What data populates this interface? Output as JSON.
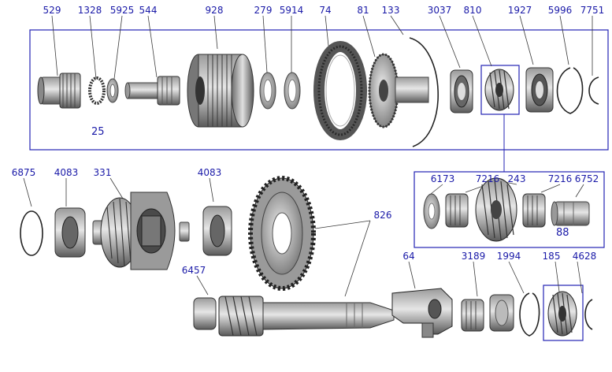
{
  "colors": {
    "accent": "#2323b4",
    "part_dark": "#3a3a3a",
    "part_mid": "#8a8a8a",
    "part_light": "#d4d4d4"
  },
  "groups": {
    "upper": "25",
    "right": "88"
  },
  "callouts": {
    "c529": "529",
    "c1328": "1328",
    "c5925": "5925",
    "c544": "544",
    "c928": "928",
    "c279": "279",
    "c5914": "5914",
    "c74": "74",
    "c81": "81",
    "c133": "133",
    "c3037": "3037",
    "c810": "810",
    "c1927": "1927",
    "c5996": "5996",
    "c7751": "7751",
    "c6173": "6173",
    "c7216a": "7216",
    "c243": "243",
    "c7216b": "7216",
    "c6752": "6752",
    "c6875": "6875",
    "c4083a": "4083",
    "c331": "331",
    "c4083b": "4083",
    "c826": "826",
    "c6457": "6457",
    "c64": "64",
    "c3189": "3189",
    "c1994": "1994",
    "c185": "185",
    "c4628": "4628"
  }
}
